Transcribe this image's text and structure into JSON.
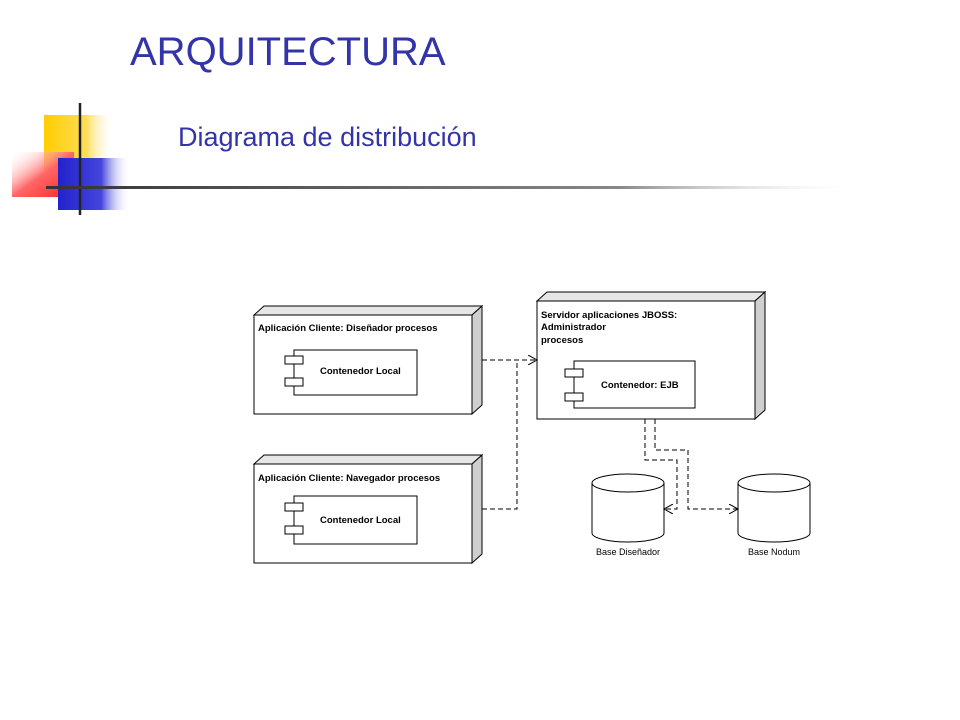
{
  "slide": {
    "title": "ARQUITECTURA",
    "subtitle": "Diagrama de distribución"
  },
  "colors": {
    "title": "#3333aa",
    "square_yellow": "#ffcc00",
    "square_red": "#ff3333",
    "square_blue": "#3333cc"
  },
  "diagram": {
    "nodes": {
      "client_designer": {
        "label": "Aplicación Cliente: Diseñador procesos",
        "component": "Contenedor Local"
      },
      "client_browser": {
        "label": "Aplicación Cliente: Navegador procesos",
        "component": "Contenedor Local"
      },
      "server": {
        "label_lines": [
          "Servidor aplicaciones JBOSS:",
          "Administrador",
          "procesos"
        ],
        "component": "Contenedor: EJB"
      }
    },
    "databases": {
      "designer": {
        "label": "Base Diseñador"
      },
      "nodum": {
        "label": "Base Nodum"
      }
    }
  }
}
